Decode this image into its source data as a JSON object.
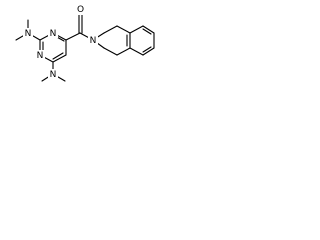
{
  "molecule": {
    "atoms": {
      "n_ring_1": "N",
      "n_ring_2": "N",
      "n_dimethylamino_top": "N",
      "n_dimethylamino_bottom": "N",
      "o_carbonyl": "O",
      "n_isoquinoline": "N"
    }
  },
  "colors": {
    "bond": "#000000",
    "label": "#000000",
    "background": "#ffffff"
  }
}
